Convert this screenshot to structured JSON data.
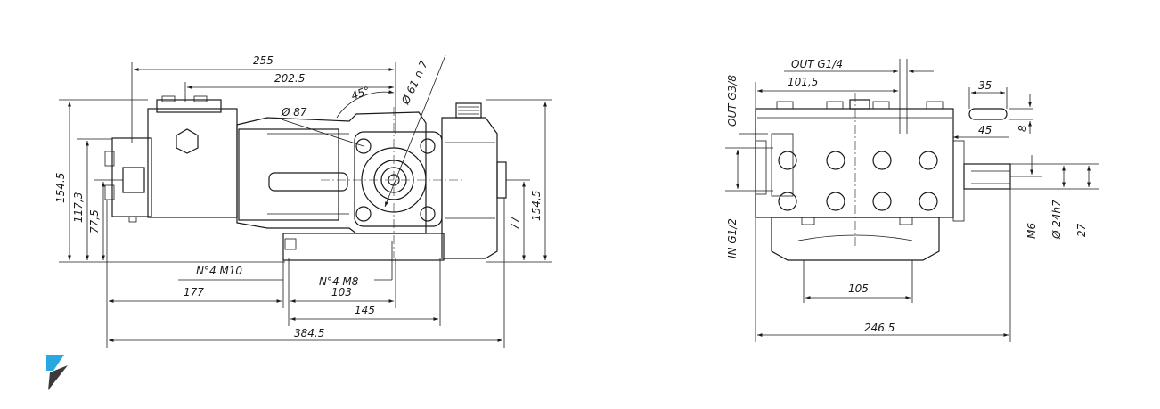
{
  "colors": {
    "line": "#1a1a1a",
    "logo_light": "#29a8e0",
    "logo_dark": "#3a3a3a"
  },
  "side_view": {
    "dims": {
      "d255": "255",
      "d202": "202.5",
      "ang45": "45°",
      "d87": "Ø 87",
      "d61": "Ø 61 ∩ 7",
      "h154l": "154.5",
      "h117": "117,3",
      "h77l": "77,5",
      "h77r": "77",
      "h154r": "154,5",
      "m10": "N°4 M10",
      "m8": "N°4 M8",
      "d177": "177",
      "d103": "103",
      "d145": "145",
      "d384": "384.5"
    }
  },
  "front_view": {
    "dims": {
      "out14": "OUT G1/4",
      "d101": "101,5",
      "out38": "OUT G3/8",
      "d35": "35",
      "d8": "8",
      "d45": "45",
      "in12": "IN G1/2",
      "m6": "M6",
      "d24": "Ø 24h7",
      "d27": "27",
      "d105": "105",
      "d246": "246.5"
    }
  },
  "logo": {
    "icon": "brand-logo-icon"
  }
}
